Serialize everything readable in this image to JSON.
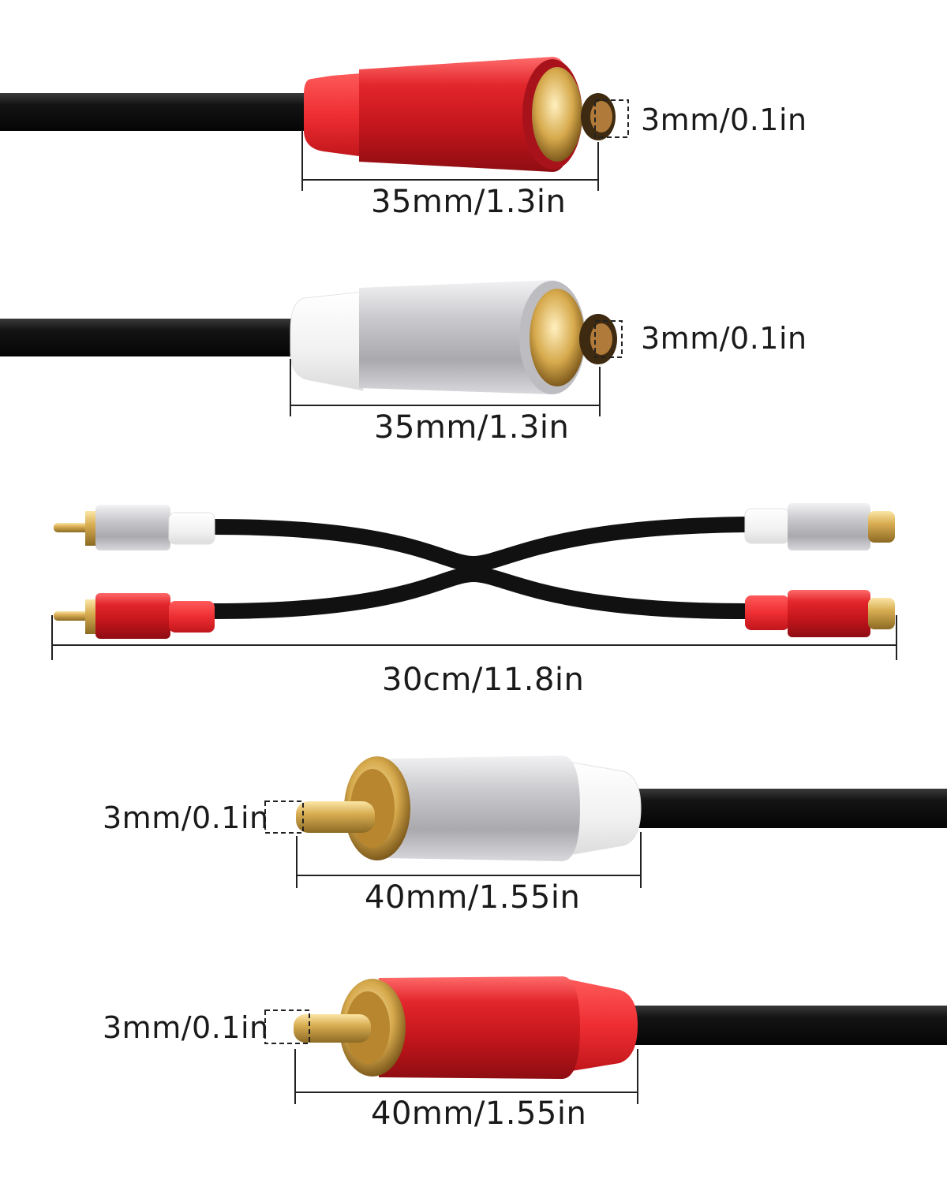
{
  "connectors": {
    "red_female": {
      "length_label": "35mm/1.3in",
      "pin_label": "3mm/0.1in"
    },
    "white_female": {
      "length_label": "35mm/1.3in",
      "pin_label": "3mm/0.1in"
    },
    "cable": {
      "length_label": "30cm/11.8in"
    },
    "white_male": {
      "length_label": "40mm/1.55in",
      "pin_label": "3mm/0.1in"
    },
    "red_male": {
      "length_label": "40mm/1.55in",
      "pin_label": "3mm/0.1in"
    }
  },
  "colors": {
    "red": "#d8232b",
    "silver": "#c9c9cc",
    "gold": "#d9b25a",
    "cable": "#111111"
  }
}
